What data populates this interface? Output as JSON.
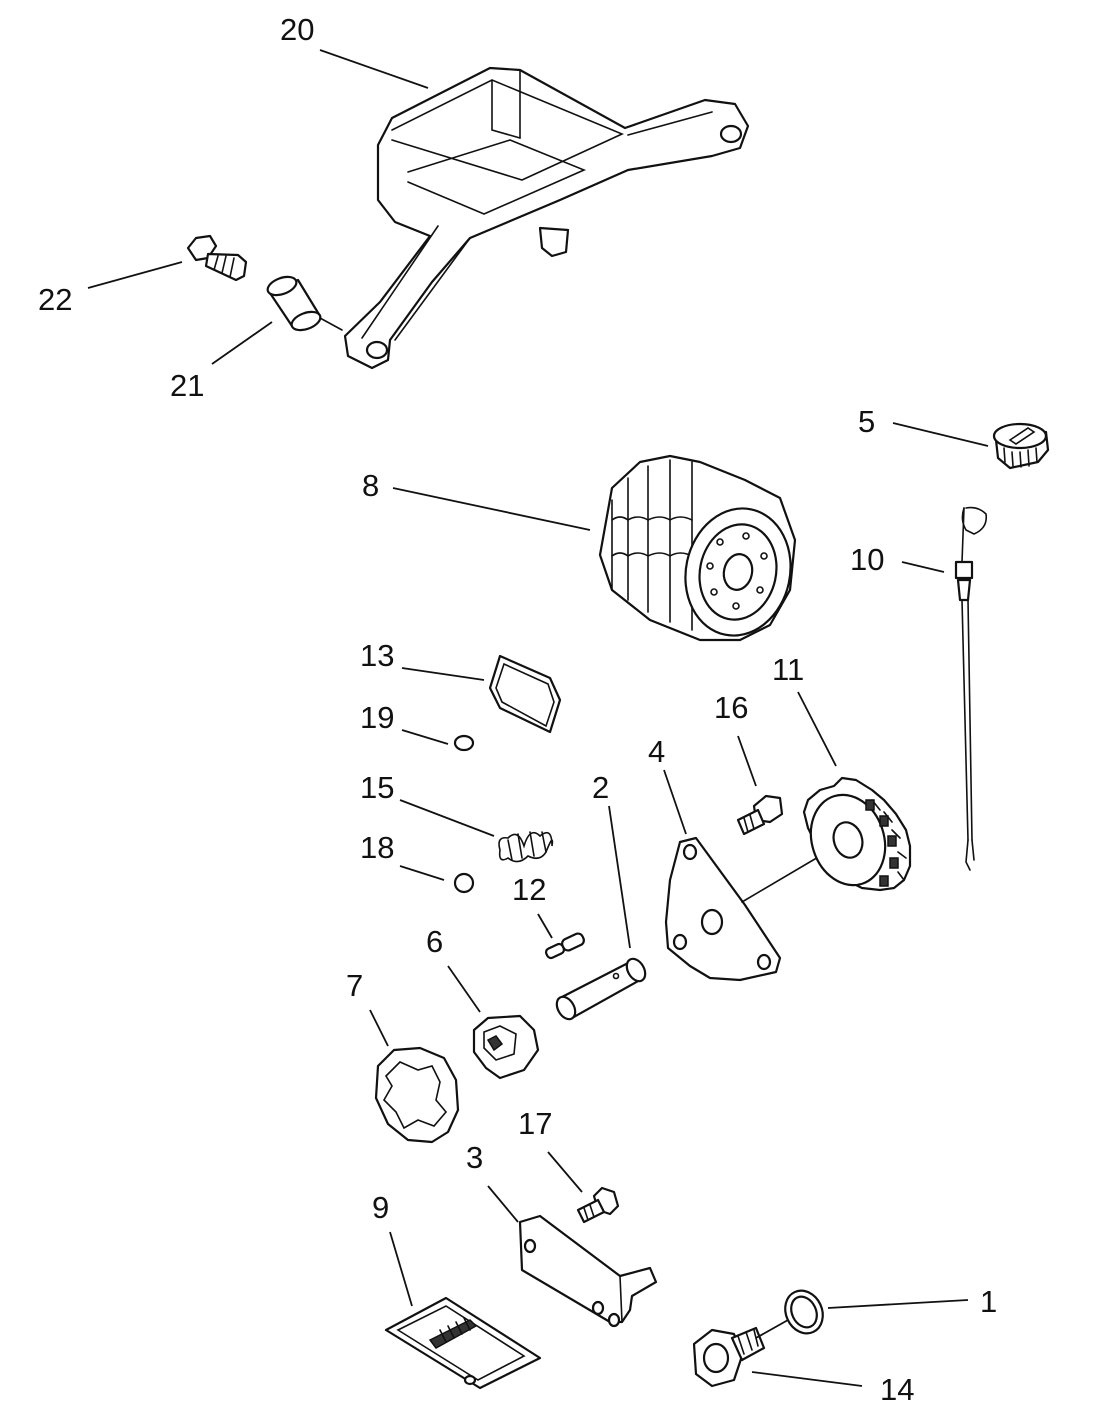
{
  "callouts": [
    {
      "id": "20",
      "label": "20"
    },
    {
      "id": "22",
      "label": "22"
    },
    {
      "id": "21",
      "label": "21"
    },
    {
      "id": "5",
      "label": "5"
    },
    {
      "id": "8",
      "label": "8"
    },
    {
      "id": "10",
      "label": "10"
    },
    {
      "id": "13",
      "label": "13"
    },
    {
      "id": "11",
      "label": "11"
    },
    {
      "id": "19",
      "label": "19"
    },
    {
      "id": "16",
      "label": "16"
    },
    {
      "id": "4",
      "label": "4"
    },
    {
      "id": "15",
      "label": "15"
    },
    {
      "id": "2",
      "label": "2"
    },
    {
      "id": "18",
      "label": "18"
    },
    {
      "id": "12",
      "label": "12"
    },
    {
      "id": "6",
      "label": "6"
    },
    {
      "id": "7",
      "label": "7"
    },
    {
      "id": "17",
      "label": "17"
    },
    {
      "id": "3",
      "label": "3"
    },
    {
      "id": "9",
      "label": "9"
    },
    {
      "id": "1",
      "label": "1"
    },
    {
      "id": "14",
      "label": "14"
    }
  ]
}
